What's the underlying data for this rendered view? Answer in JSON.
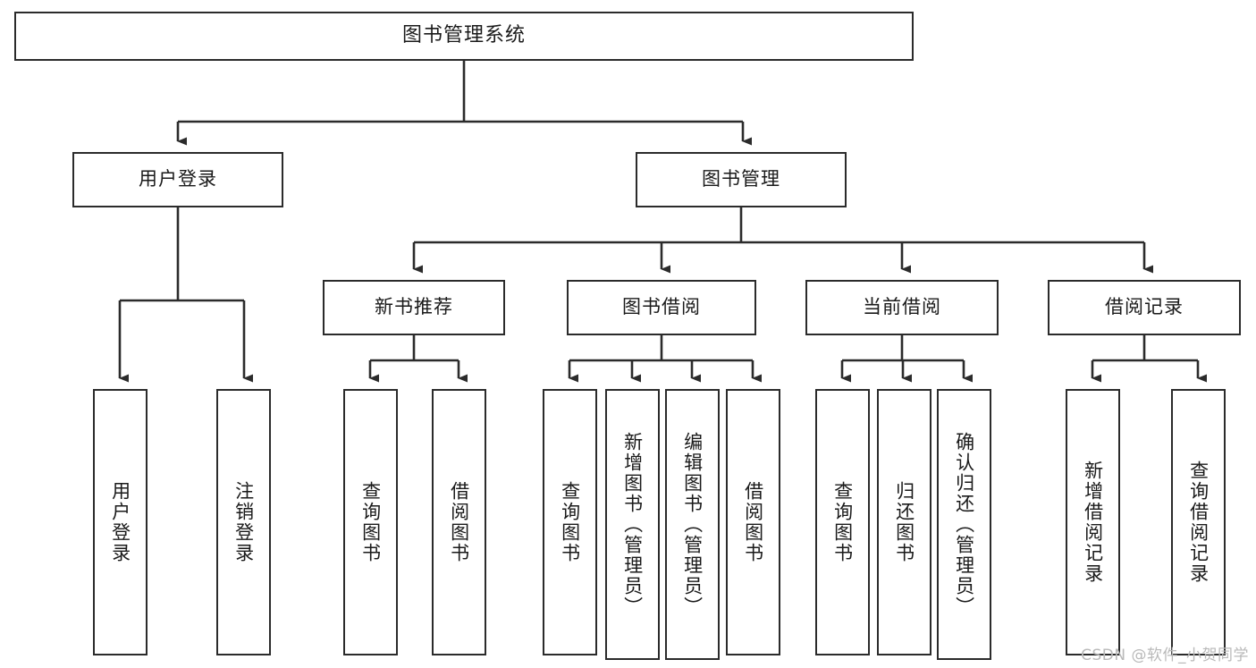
{
  "diagram": {
    "title": "图书管理系统",
    "type": "tree-hierarchy-chart",
    "root": {
      "id": "root",
      "label": "图书管理系统"
    },
    "level2": [
      {
        "id": "user-login",
        "label": "用户登录"
      },
      {
        "id": "book-management",
        "label": "图书管理"
      }
    ],
    "level3": [
      {
        "id": "new-book-recommend",
        "label": "新书推荐",
        "parent": "book-management"
      },
      {
        "id": "book-borrow",
        "label": "图书借阅",
        "parent": "book-management"
      },
      {
        "id": "current-borrow",
        "label": "当前借阅",
        "parent": "book-management"
      },
      {
        "id": "borrow-record",
        "label": "借阅记录",
        "parent": "book-management"
      }
    ],
    "leaves": [
      {
        "id": "leaf-user-login",
        "label": "用户登录",
        "parent": "user-login"
      },
      {
        "id": "leaf-user-logout",
        "label": "注销登录",
        "parent": "user-login"
      },
      {
        "id": "leaf-query-book-1",
        "label": "查询图书",
        "parent": "new-book-recommend"
      },
      {
        "id": "leaf-borrow-book-1",
        "label": "借阅图书",
        "parent": "new-book-recommend"
      },
      {
        "id": "leaf-query-book-2",
        "label": "查询图书",
        "parent": "book-borrow"
      },
      {
        "id": "leaf-add-book",
        "label": "新增图书（管理员）",
        "parent": "book-borrow"
      },
      {
        "id": "leaf-edit-book",
        "label": "编辑图书（管理员）",
        "parent": "book-borrow"
      },
      {
        "id": "leaf-borrow-book-2",
        "label": "借阅图书",
        "parent": "book-borrow"
      },
      {
        "id": "leaf-query-book-3",
        "label": "查询图书",
        "parent": "current-borrow"
      },
      {
        "id": "leaf-return-book",
        "label": "归还图书",
        "parent": "current-borrow"
      },
      {
        "id": "leaf-confirm-return",
        "label": "确认归还（管理员）",
        "parent": "current-borrow"
      },
      {
        "id": "leaf-add-record",
        "label": "新增借阅记录",
        "parent": "borrow-record"
      },
      {
        "id": "leaf-query-record",
        "label": "查询借阅记录",
        "parent": "borrow-record"
      }
    ],
    "colors": {
      "stroke": "#2b2b2b",
      "fill": "#ffffff",
      "text": "#1a1a1a",
      "watermark": "#b9b9b9"
    }
  },
  "watermark": {
    "text": "CSDN @软件_小贺同学"
  }
}
